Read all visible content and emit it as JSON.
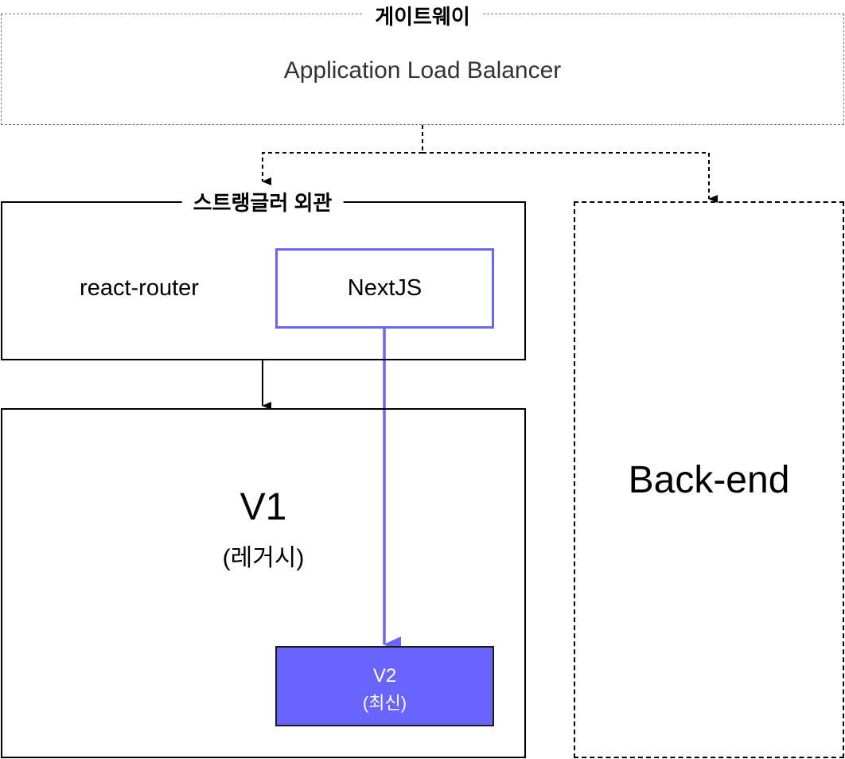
{
  "gateway": {
    "title": "게이트웨이",
    "load_balancer_label": "Application Load Balancer"
  },
  "strangler_facade": {
    "title": "스트랭글러 외관",
    "routers": [
      {
        "label": "react-router",
        "highlighted": false
      },
      {
        "label": "NextJS",
        "highlighted": true
      }
    ]
  },
  "v1": {
    "label": "V1",
    "sublabel": "(레거시)"
  },
  "v2": {
    "label": "V2",
    "sublabel": "(최신)"
  },
  "backend": {
    "label": "Back-end"
  },
  "connections": [
    {
      "from": "gateway",
      "to": "strangler_facade",
      "style": "dashed"
    },
    {
      "from": "gateway",
      "to": "backend",
      "style": "dashed"
    },
    {
      "from": "strangler_facade",
      "to": "v1",
      "style": "solid"
    },
    {
      "from": "NextJS",
      "to": "v2",
      "style": "solid-accent"
    }
  ],
  "colors": {
    "accent": "#6b65f5",
    "v2_fill": "#6a64ff",
    "gateway_border": "#7a7a7a",
    "text": "#000000"
  }
}
